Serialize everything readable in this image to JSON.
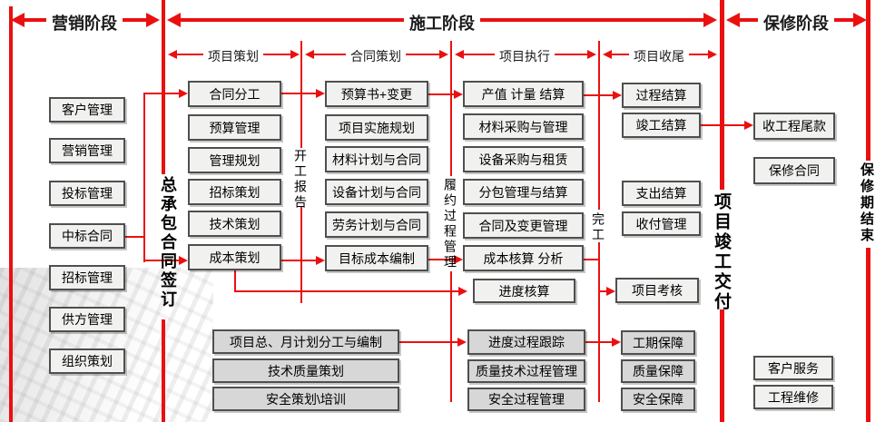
{
  "phases": [
    "营销阶段",
    "施工阶段",
    "保修阶段"
  ],
  "sub_phases": [
    "项目策划",
    "合同策划",
    "项目执行",
    "项目收尾"
  ],
  "milestones": {
    "general_contract": "总承包合同签订",
    "start_report": "开工报告",
    "performance_mgmt": "履约过程管理",
    "completion": "完工",
    "handover": "项目竣工交付",
    "warranty_end": "保修期结束"
  },
  "cols": {
    "marketing": [
      "客户管理",
      "营销管理",
      "投标管理",
      "中标合同",
      "招标管理",
      "供方管理",
      "组织策划"
    ],
    "planning": [
      "合同分工",
      "预算管理",
      "管理规划",
      "招标策划",
      "技术策划",
      "成本策划"
    ],
    "contract": [
      "预算书+变更",
      "项目实施规划",
      "材料计划与合同",
      "设备计划与合同",
      "劳务计划与合同",
      "目标成本编制"
    ],
    "execution": [
      "产值 计量 结算",
      "材料采购与管理",
      "设备采购与租赁",
      "分包管理与结算",
      "合同及变更管理",
      "成本核算 分析",
      "进度核算"
    ],
    "closeout": [
      "过程结算",
      "竣工结算",
      "支出结算",
      "收付管理",
      "项目考核"
    ],
    "warranty": [
      "收工程尾款",
      "保修合同",
      "客户服务",
      "工程维修"
    ],
    "plan_bottom": [
      "项目总、月计划分工与编制",
      "技术质量策划",
      "安全策划\\培训"
    ],
    "process_bottom": [
      "进度过程跟踪",
      "质量技术过程管理",
      "安全过程管理"
    ],
    "guarantee_bottom": [
      "工期保障",
      "质量保障",
      "安全保障"
    ]
  },
  "colors": {
    "accent": "#ea1010",
    "box_border": "#4f4f4f",
    "box_fill_light": "#f1f1ef",
    "box_fill_gray": "#d7d7d7"
  }
}
